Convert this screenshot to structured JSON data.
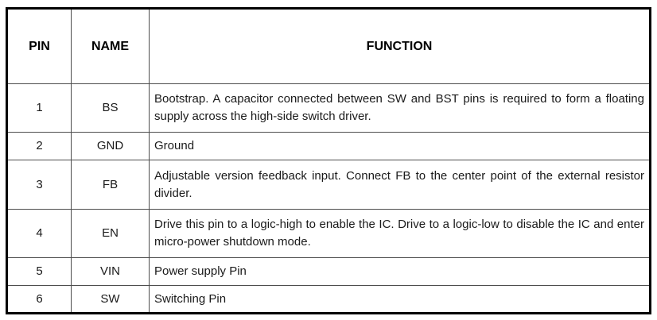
{
  "table": {
    "headers": [
      "PIN",
      "NAME",
      "FUNCTION"
    ],
    "rows": [
      {
        "pin": "1",
        "name": "BS",
        "function": "Bootstrap. A capacitor connected between SW and BST pins is required to form a floating supply across the high-side switch driver."
      },
      {
        "pin": "2",
        "name": "GND",
        "function": "Ground"
      },
      {
        "pin": "3",
        "name": "FB",
        "function": "Adjustable version feedback input. Connect FB to the center point of the external resistor divider."
      },
      {
        "pin": "4",
        "name": "EN",
        "function": "Drive this pin to a logic-high to enable the IC. Drive to a logic-low to disable the IC and enter micro-power shutdown mode."
      },
      {
        "pin": "5",
        "name": "VIN",
        "function": "Power supply Pin"
      },
      {
        "pin": "6",
        "name": "SW",
        "function": "Switching Pin"
      }
    ],
    "colors": {
      "outer_border": "#000000",
      "inner_border": "#4d4d4d",
      "text": "#1a1a1a",
      "background": "#ffffff"
    }
  }
}
